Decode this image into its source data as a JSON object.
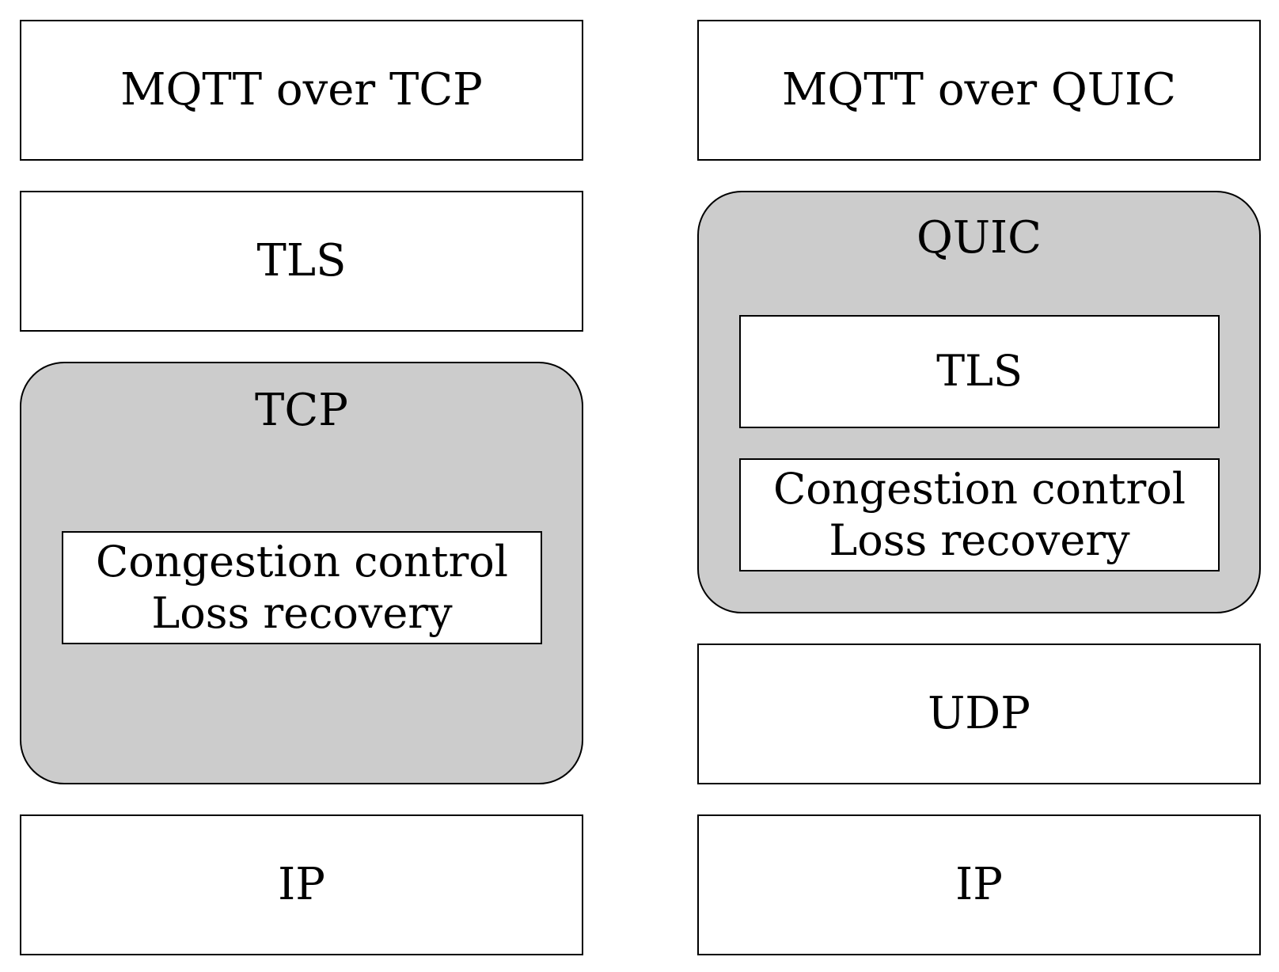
{
  "tcp_stack": {
    "app_layer": "MQTT over TCP",
    "tls_layer": "TLS",
    "transport_layer": {
      "title": "TCP",
      "inner_line1": "Congestion control",
      "inner_line2": "Loss recovery"
    },
    "network_layer": "IP"
  },
  "quic_stack": {
    "app_layer": "MQTT over QUIC",
    "transport_layer": {
      "title": "QUIC",
      "tls_label": "TLS",
      "inner_line1": "Congestion control",
      "inner_line2": "Loss recovery"
    },
    "udp_layer": "UDP",
    "network_layer": "IP"
  },
  "colors": {
    "stroke": "#000000",
    "box_fill": "#ffffff",
    "container_fill": "#cccccc"
  }
}
